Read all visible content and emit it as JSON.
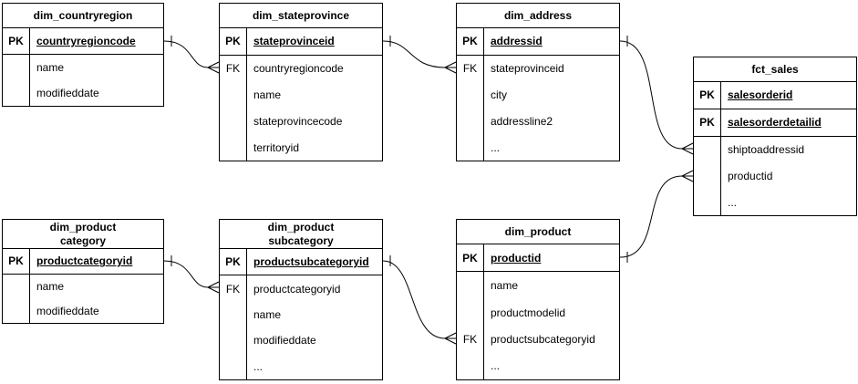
{
  "tables": {
    "dim_countryregion": {
      "title": "dim_countryregion",
      "rows": [
        {
          "key": "PK",
          "name": "countryregioncode"
        },
        {
          "key": "",
          "name": "name"
        },
        {
          "key": "",
          "name": "modifieddate"
        }
      ]
    },
    "dim_stateprovince": {
      "title": "dim_stateprovince",
      "rows": [
        {
          "key": "PK",
          "name": "stateprovinceid"
        },
        {
          "key": "FK",
          "name": "countryregioncode"
        },
        {
          "key": "",
          "name": "name"
        },
        {
          "key": "",
          "name": "stateprovincecode"
        },
        {
          "key": "",
          "name": "territoryid"
        }
      ]
    },
    "dim_address": {
      "title": "dim_address",
      "rows": [
        {
          "key": "PK",
          "name": "addressid"
        },
        {
          "key": "FK",
          "name": "stateprovinceid"
        },
        {
          "key": "",
          "name": "city"
        },
        {
          "key": "",
          "name": "addressline2"
        },
        {
          "key": "",
          "name": "..."
        }
      ]
    },
    "fct_sales": {
      "title": "fct_sales",
      "rows": [
        {
          "key": "PK",
          "name": "salesorderid"
        },
        {
          "key": "PK",
          "name": "salesorderdetailid"
        },
        {
          "key": "",
          "name": "shiptoaddressid"
        },
        {
          "key": "",
          "name": "productid"
        },
        {
          "key": "",
          "name": "..."
        }
      ]
    },
    "dim_product_category": {
      "title": "dim_product\ncategory",
      "rows": [
        {
          "key": "PK",
          "name": "productcategoryid"
        },
        {
          "key": "",
          "name": "name"
        },
        {
          "key": "",
          "name": "modifieddate"
        }
      ]
    },
    "dim_product_subcategory": {
      "title": "dim_product\nsubcategory",
      "rows": [
        {
          "key": "PK",
          "name": "productsubcategoryid"
        },
        {
          "key": "FK",
          "name": "productcategoryid"
        },
        {
          "key": "",
          "name": "name"
        },
        {
          "key": "",
          "name": "modifieddate"
        },
        {
          "key": "",
          "name": "..."
        }
      ]
    },
    "dim_product": {
      "title": "dim_product",
      "rows": [
        {
          "key": "PK",
          "name": "productid"
        },
        {
          "key": "",
          "name": "name"
        },
        {
          "key": "",
          "name": "productmodelid"
        },
        {
          "key": "FK",
          "name": "productsubcategoryid"
        },
        {
          "key": "",
          "name": "..."
        }
      ]
    }
  },
  "connections": [
    {
      "from": "dim_countryregion.countryregioncode",
      "to": "dim_stateprovince.countryregioncode",
      "from_cardinality": "one",
      "to_cardinality": "many"
    },
    {
      "from": "dim_stateprovince.stateprovinceid",
      "to": "dim_address.stateprovinceid",
      "from_cardinality": "one",
      "to_cardinality": "many"
    },
    {
      "from": "dim_address.addressid",
      "to": "fct_sales.shiptoaddressid",
      "from_cardinality": "one",
      "to_cardinality": "many"
    },
    {
      "from": "dim_product.productid",
      "to": "fct_sales.productid",
      "from_cardinality": "one",
      "to_cardinality": "many"
    },
    {
      "from": "dim_product_category.productcategoryid",
      "to": "dim_product_subcategory.productcategoryid",
      "from_cardinality": "one",
      "to_cardinality": "many"
    },
    {
      "from": "dim_product_subcategory.productsubcategoryid",
      "to": "dim_product.productsubcategoryid",
      "from_cardinality": "one",
      "to_cardinality": "many"
    }
  ]
}
